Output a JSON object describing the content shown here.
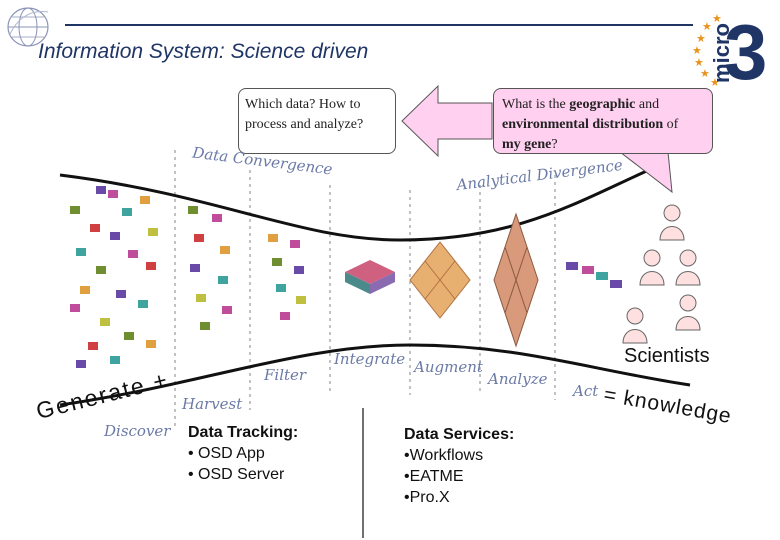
{
  "title": "Information System: Science driven",
  "logo": {
    "text": "micro",
    "number": "3"
  },
  "callouts": {
    "left": [
      "Which data? How to",
      "process and analyze?"
    ],
    "right_line1": {
      "a": "What is the ",
      "b": "geographic",
      "c": " and"
    },
    "right_line2": {
      "b": "environmental distribution",
      "c": " of"
    },
    "right_line3": {
      "b": "my gene",
      "c": "?"
    }
  },
  "stages": {
    "data_convergence": "Data Convergence",
    "analytical_divergence": "Analytical Divergence",
    "discover": "Discover",
    "harvest": "Harvest",
    "filter": "Filter",
    "integrate": "Integrate",
    "augment": "Augment",
    "analyze": "Analyze",
    "act": "Act"
  },
  "generate": "Generate +",
  "knowledge": "= knowledge",
  "scientists_label": "Scientists",
  "data_tracking": {
    "header": "Data Tracking:",
    "items": [
      "• OSD App",
      "• OSD Server"
    ]
  },
  "data_services": {
    "header": "Data Services:",
    "items": [
      "•Workflows",
      "•EATME",
      "•Pro.X"
    ]
  },
  "colors": {
    "title": "#1f3566",
    "callout_pink": "#ffd0f0",
    "arrow_pink": "#ffd0f0",
    "stage_text": "#6b7aa6",
    "scientist_skin": "#ffe0e0"
  }
}
